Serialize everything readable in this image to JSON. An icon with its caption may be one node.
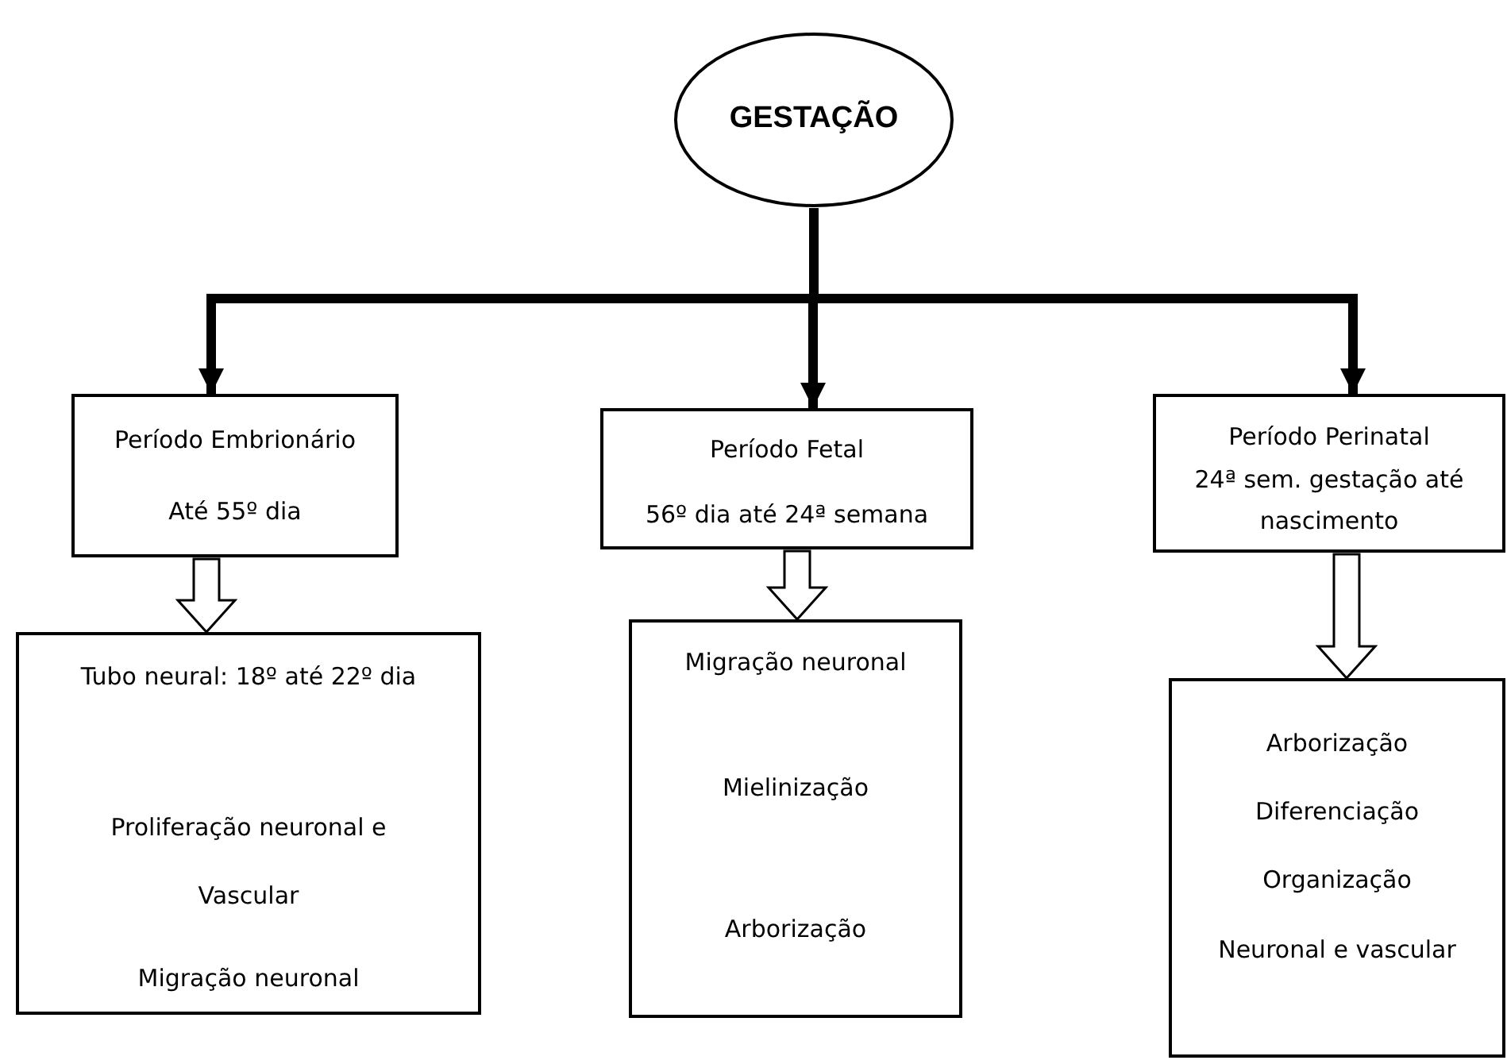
{
  "diagram": {
    "nodes": [
      {
        "text": [
          "GESTAÇÃO"
        ]
      },
      {
        "text": [
          "Período Embrionário",
          "Até 55º dia"
        ]
      },
      {
        "text": [
          "Período Fetal",
          "56º dia até 24ª semana"
        ]
      },
      {
        "text": [
          "Período Perinatal",
          "24ª sem. gestação até nascimento"
        ]
      },
      {
        "text": [
          "Tubo neural: 18º até 22º dia",
          "Proliferação neuronal e Vascular",
          "Migração neuronal"
        ]
      },
      {
        "text": [
          "Migração neuronal",
          "Mielinização",
          "Arborização"
        ]
      },
      {
        "text": [
          "Arborização",
          "Diferenciação",
          "Organização",
          "Neuronal e vascular"
        ]
      }
    ],
    "edges": [
      {
        "from": 0,
        "to": 1,
        "arrow": "to"
      },
      {
        "from": 0,
        "to": 2,
        "arrow": "to"
      },
      {
        "from": 0,
        "to": 3,
        "arrow": "to"
      },
      {
        "from": 1,
        "to": 4,
        "arrow": "to"
      },
      {
        "from": 2,
        "to": 5,
        "arrow": "to"
      },
      {
        "from": 3,
        "to": 6,
        "arrow": "to"
      }
    ]
  }
}
